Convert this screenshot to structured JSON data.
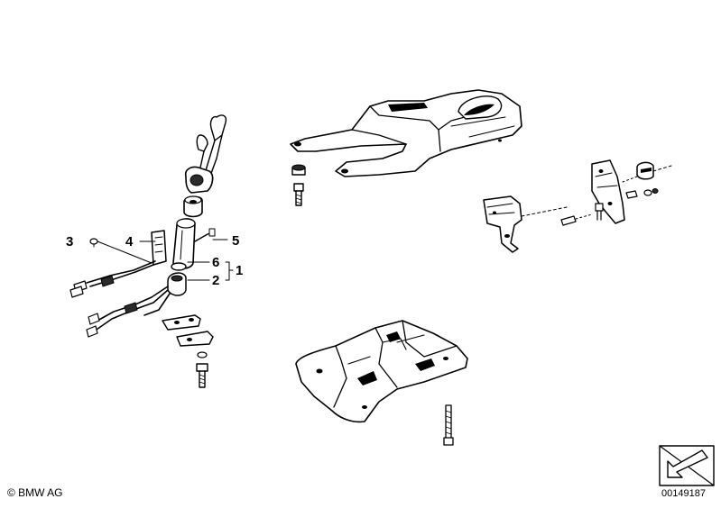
{
  "callouts": {
    "c1": "1",
    "c2": "2",
    "c3": "3",
    "c4": "4",
    "c5": "5",
    "c6": "6"
  },
  "footer": {
    "copyright": "© BMW AG",
    "diagram_number": "00149187"
  },
  "icons": {
    "nav_arrow": "arrow-nav-icon"
  }
}
